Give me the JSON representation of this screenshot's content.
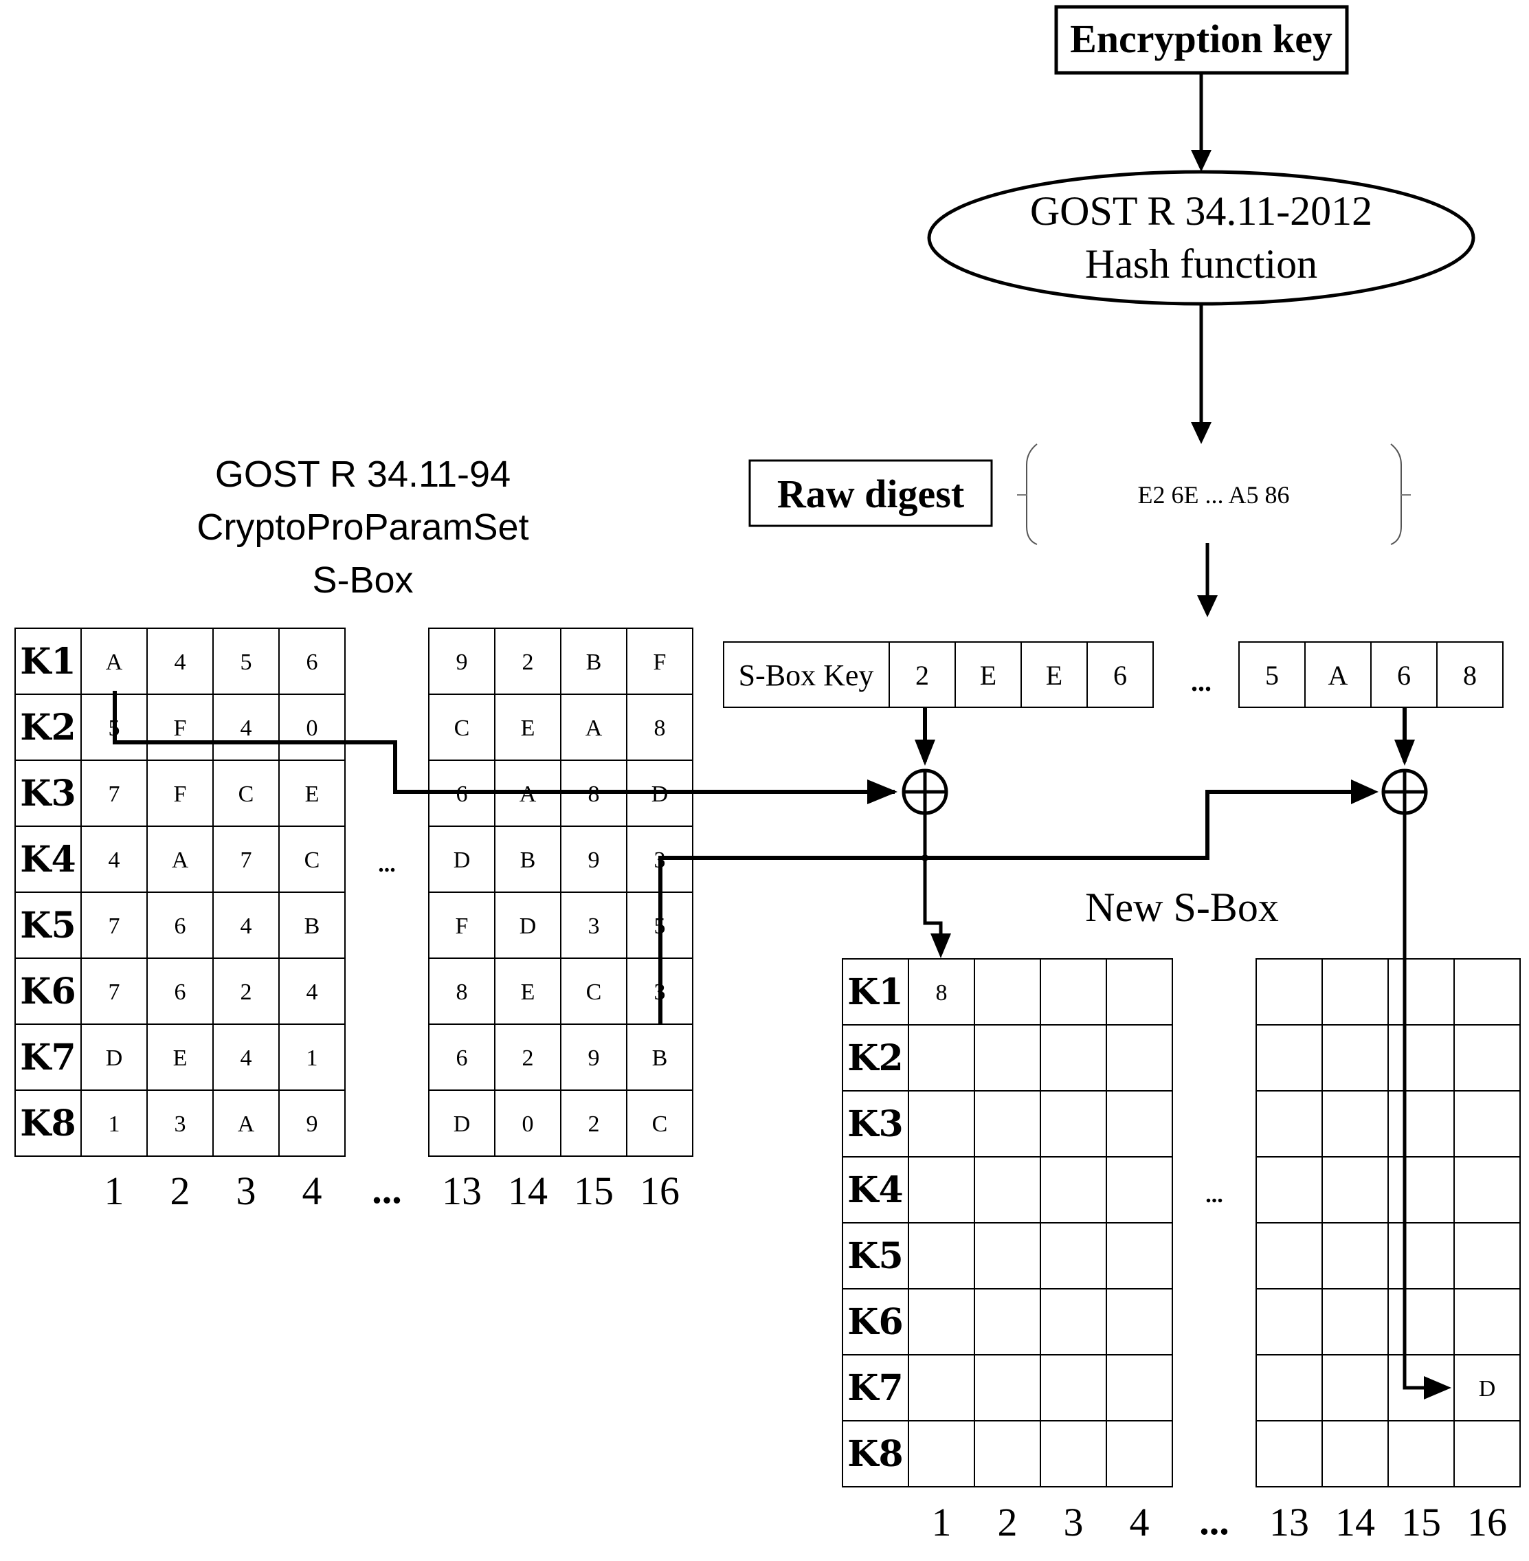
{
  "encryption_key": {
    "label": "Encryption key"
  },
  "hash_function": {
    "line1": "GOST R 34.11-2012",
    "line2": "Hash function"
  },
  "raw_digest": {
    "label": "Raw digest",
    "value": "E2 6E ... A5 86"
  },
  "sbox_key": {
    "label": "S-Box Key",
    "first_values": [
      "2",
      "E",
      "E",
      "6"
    ],
    "ellipsis": "...",
    "last_values": [
      "5",
      "A",
      "6",
      "8"
    ]
  },
  "original_sbox": {
    "title_lines": [
      "GOST R 34.11-94",
      "CryptoProParamSet",
      "S-Box"
    ],
    "row_labels": [
      "K1",
      "K2",
      "K3",
      "K4",
      "K5",
      "K6",
      "K7",
      "K8"
    ],
    "first_columns": [
      [
        "A",
        "4",
        "5",
        "6"
      ],
      [
        "5",
        "F",
        "4",
        "0"
      ],
      [
        "7",
        "F",
        "C",
        "E"
      ],
      [
        "4",
        "A",
        "7",
        "C"
      ],
      [
        "7",
        "6",
        "4",
        "B"
      ],
      [
        "7",
        "6",
        "2",
        "4"
      ],
      [
        "D",
        "E",
        "4",
        "1"
      ],
      [
        "1",
        "3",
        "A",
        "9"
      ]
    ],
    "last_columns": [
      [
        "9",
        "2",
        "B",
        "F"
      ],
      [
        "C",
        "E",
        "A",
        "8"
      ],
      [
        "6",
        "A",
        "8",
        "D"
      ],
      [
        "D",
        "B",
        "9",
        "3"
      ],
      [
        "F",
        "D",
        "3",
        "5"
      ],
      [
        "8",
        "E",
        "C",
        "3"
      ],
      [
        "6",
        "2",
        "9",
        "B"
      ],
      [
        "D",
        "0",
        "2",
        "C"
      ]
    ],
    "middle_ellipsis": "...",
    "column_labels_first": [
      "1",
      "2",
      "3",
      "4"
    ],
    "column_labels_ellipsis": "...",
    "column_labels_last": [
      "13",
      "14",
      "15",
      "16"
    ]
  },
  "new_sbox": {
    "title": "New S-Box",
    "row_labels": [
      "K1",
      "K2",
      "K3",
      "K4",
      "K5",
      "K6",
      "K7",
      "K8"
    ],
    "first_columns": [
      [
        "8",
        "",
        "",
        ""
      ],
      [
        "",
        "",
        "",
        ""
      ],
      [
        "",
        "",
        "",
        ""
      ],
      [
        "",
        "",
        "",
        ""
      ],
      [
        "",
        "",
        "",
        ""
      ],
      [
        "",
        "",
        "",
        ""
      ],
      [
        "",
        "",
        "",
        ""
      ],
      [
        "",
        "",
        "",
        ""
      ]
    ],
    "last_columns": [
      [
        "",
        "",
        "",
        ""
      ],
      [
        "",
        "",
        "",
        ""
      ],
      [
        "",
        "",
        "",
        ""
      ],
      [
        "",
        "",
        "",
        ""
      ],
      [
        "",
        "",
        "",
        ""
      ],
      [
        "",
        "",
        "",
        ""
      ],
      [
        "",
        "",
        "",
        "D"
      ],
      [
        "",
        "",
        "",
        ""
      ]
    ],
    "middle_ellipsis": "...",
    "column_labels_first": [
      "1",
      "2",
      "3",
      "4"
    ],
    "column_labels_ellipsis": "...",
    "column_labels_last": [
      "13",
      "14",
      "15",
      "16"
    ]
  },
  "operators": {
    "xor_symbol_name": "xor-icon"
  }
}
